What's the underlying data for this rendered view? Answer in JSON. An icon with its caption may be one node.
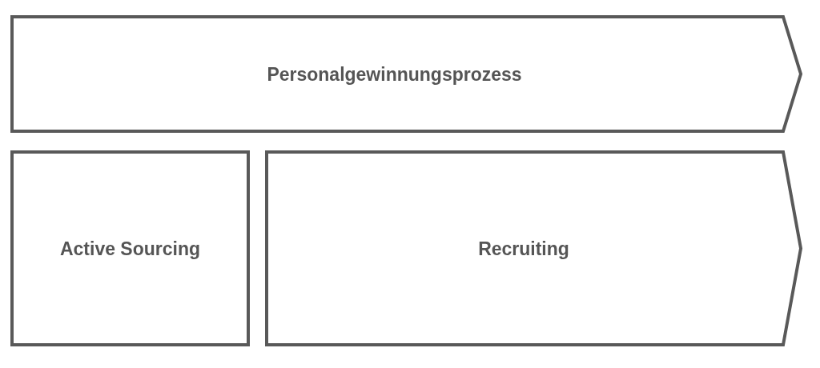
{
  "diagram": {
    "nodes": [
      {
        "text": [
          "Personalgewinnungsprozess"
        ]
      },
      {
        "text": [
          "Active Sourcing"
        ]
      },
      {
        "text": [
          "Recruiting"
        ]
      }
    ]
  }
}
